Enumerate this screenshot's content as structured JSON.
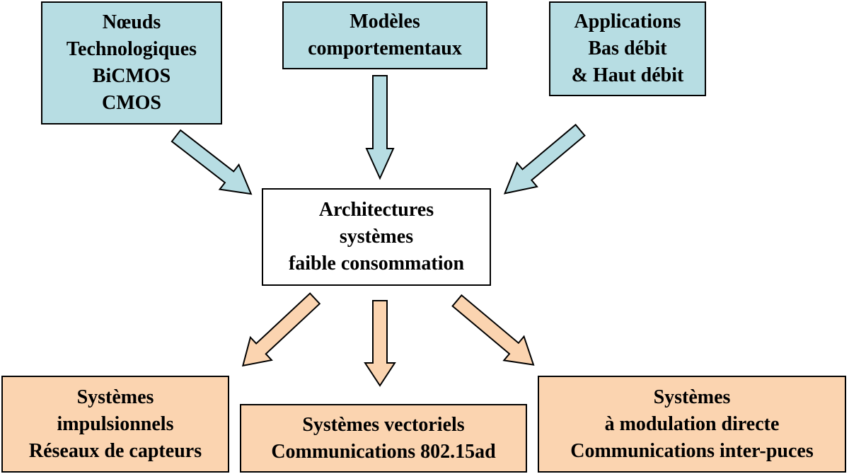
{
  "diagram": {
    "inputs": {
      "noeuds": [
        "Nœuds",
        "Technologiques",
        "BiCMOS",
        "CMOS"
      ],
      "modeles": [
        "Modèles",
        "comportementaux"
      ],
      "applications": [
        "Applications",
        "Bas débit",
        "& Haut débit"
      ]
    },
    "center": [
      "Architectures",
      "systèmes",
      "faible consommation"
    ],
    "outputs": {
      "impulsionnels": [
        "Systèmes",
        "impulsionnels",
        "Réseaux de capteurs"
      ],
      "vectoriels": [
        "Systèmes vectoriels",
        "Communications 802.15ad"
      ],
      "modulation": [
        "Systèmes",
        "à modulation directe",
        "Communications inter-puces"
      ]
    },
    "colors": {
      "input_fill": "#b7dde3",
      "output_fill": "#fbd4b0",
      "center_fill": "#ffffff",
      "border": "#000000"
    }
  }
}
